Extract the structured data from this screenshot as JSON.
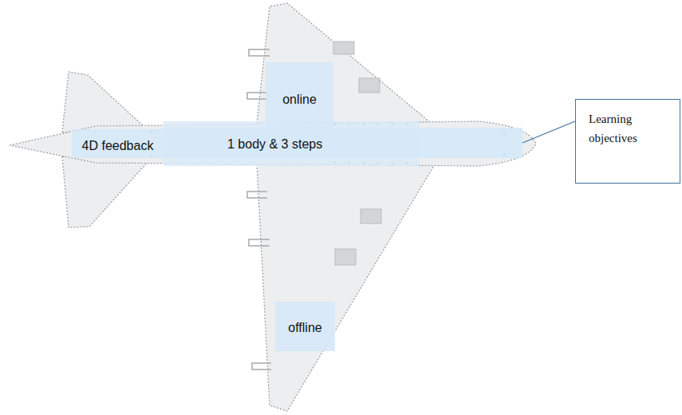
{
  "diagram": {
    "nodes": [
      {
        "text": [
          "online"
        ]
      },
      {
        "text": [
          "4D feedback"
        ]
      },
      {
        "text": [
          "1 body & 3 steps"
        ]
      },
      {
        "text": [
          "Learning objectives"
        ]
      },
      {
        "text": [
          "offline"
        ]
      }
    ],
    "edges": [
      {
        "from": 2,
        "to": 3,
        "arrow": "none"
      }
    ]
  }
}
